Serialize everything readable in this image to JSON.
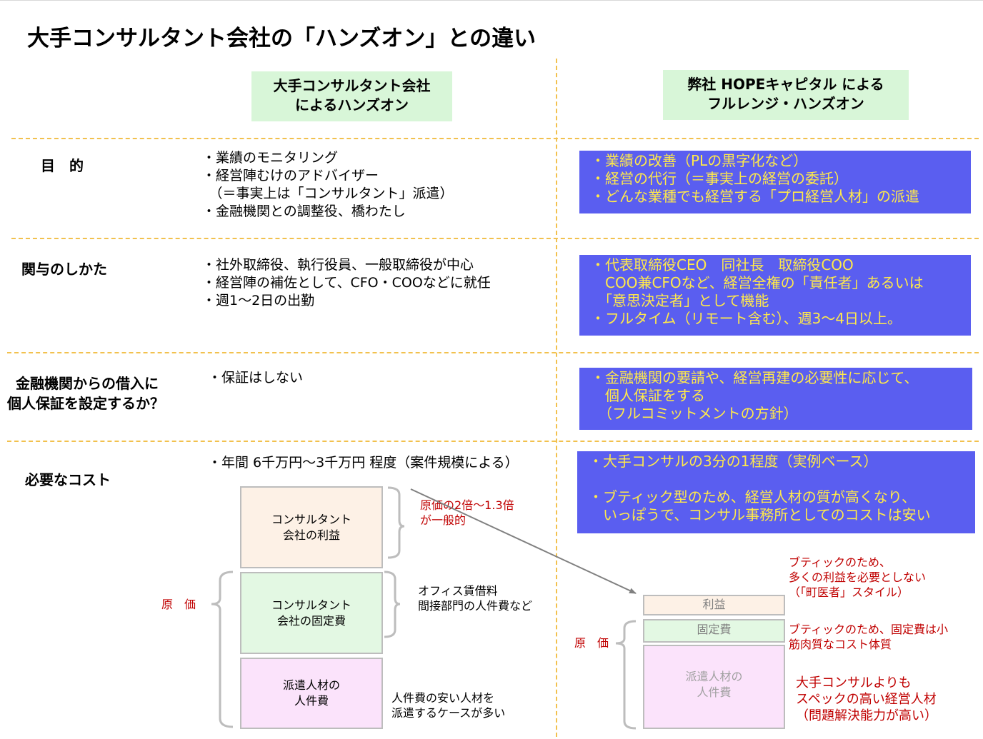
{
  "title": "大手コンサルタント会社の「ハンズオン」との違い",
  "headers": {
    "left": "大手コンサルタント会社\nによるハンズオン",
    "right": "弊社 HOPEキャピタル による\nフルレンジ・ハンズオン"
  },
  "rows": [
    {
      "label": "目　的",
      "left": "・業績のモニタリング\n・経営陣むけのアドバイザー\n　（＝事実上は「コンサルタント」派遣）\n・金融機関との調整役、橋わたし",
      "right": "・業績の改善（PLの黒字化など）\n・経営の代行（＝事実上の経営の委託）\n・どんな業種でも経営する「プロ経営人材」の派遣"
    },
    {
      "label": "関与のしかた",
      "left": "・社外取締役、執行役員、一般取締役が中心\n・経営陣の補佐として、CFO・COOなどに就任\n・週1～2日の出勤",
      "right": "・代表取締役CEO　同社長　取締役COO\n　COO兼CFOなど、経営全権の「責任者」あるいは\n　「意思決定者」として機能\n・フルタイム（リモート含む）、週3～4日以上。"
    },
    {
      "label_line1": "金融機関からの借入に",
      "label_line2": "個人保証を設定するか？",
      "left": "・保証はしない",
      "right": "・金融機関の要請や、経営再建の必要性に応じて、\n　個人保証をする\n　（フルコミットメントの方針）"
    },
    {
      "label": "必要なコスト",
      "left": "・年間 6千万円～3千万円 程度（案件規模による）",
      "right": "・大手コンサルの3分の1程度（実例ベース）\n\n・ブティック型のため、経営人材の質が高くなり、\n　いっぽうで、コンサル事務所としてのコストは安い"
    }
  ],
  "cost_left": {
    "profit_box": "コンサルタント\n会社の利益",
    "fixed_box": "コンサルタント\n会社の固定費",
    "labor_box": "派遣人材の\n人件費",
    "profit_note": "原価の2倍～1.3倍\nが一般的",
    "fixed_note": "オフィス賃借料\n間接部門の人件費など",
    "labor_note": "人件費の安い人材を\n派遣するケースが多い",
    "cost_label": "原　価"
  },
  "cost_right": {
    "profit_box": "利益",
    "fixed_box": "固定費",
    "labor_box": "派遣人材の\n人件費",
    "profit_note": "ブティックのため、\n多くの利益を必要としない\n（「町医者」スタイル）",
    "fixed_note": "ブティックのため、固定費は小\n筋肉質なコスト体質",
    "labor_note": "大手コンサルよりも\nスペックの高い経営人材\n（問題解決能力が高い）",
    "cost_label": "原　価"
  },
  "colors": {
    "header_bg": "#d8f6d8",
    "blue_box": "#5a5ef0",
    "blue_box_text": "#ffe94a",
    "dash_line": "#f2c14e",
    "profit_fill": "#fdf1e6",
    "fixed_fill": "#e3f8e3",
    "labor_fill": "#fbe3fb",
    "note_red": "#c00000"
  }
}
